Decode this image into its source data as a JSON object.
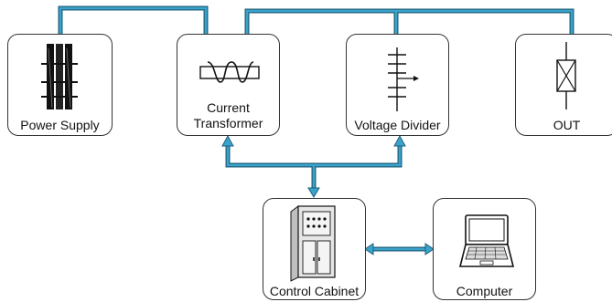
{
  "diagram": {
    "wire_color": "#2a8fb5",
    "nodes": {
      "power_supply": {
        "label": "Power Supply",
        "icon": "power-supply-icon"
      },
      "current_transformer": {
        "label_line1": "Current",
        "label_line2": "Transformer",
        "icon": "coil-icon"
      },
      "voltage_divider": {
        "label": "Voltage Divider",
        "icon": "voltage-divider-icon"
      },
      "out": {
        "label": "OUT",
        "icon": "switch-box-icon"
      },
      "control_cabinet": {
        "label": "Control Cabinet",
        "icon": "cabinet-icon"
      },
      "computer": {
        "label": "Computer",
        "icon": "laptop-icon"
      }
    }
  }
}
